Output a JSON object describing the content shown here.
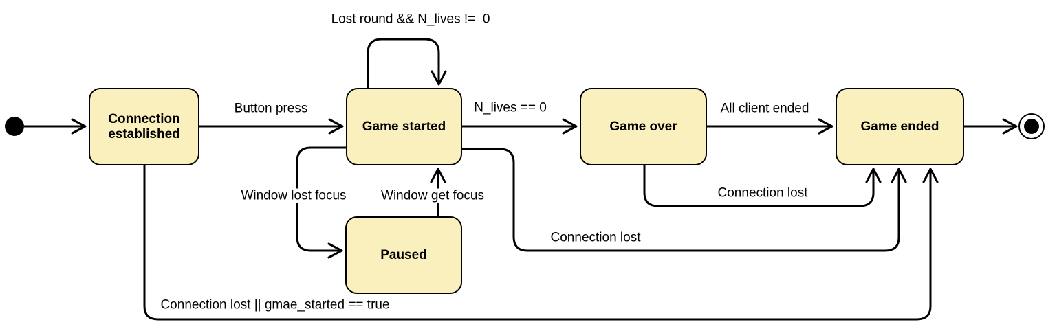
{
  "diagram_type": "uml-state-machine",
  "colors": {
    "state_fill": "#FAF0BE",
    "state_border": "#000000",
    "edge_color": "#000000",
    "label_color": "#000000",
    "background": "#FFFFFF"
  },
  "states": {
    "connection_established": {
      "label": "Connection established"
    },
    "game_started": {
      "label": "Game started"
    },
    "paused": {
      "label": "Paused"
    },
    "game_over": {
      "label": "Game over"
    },
    "game_ended": {
      "label": "Game ended"
    }
  },
  "transitions": {
    "lost_round_self_loop": {
      "label": "Lost round && N_lives !=  0",
      "from": "Game started",
      "to": "Game started"
    },
    "button_press": {
      "label": "Button press",
      "from": "Connection established",
      "to": "Game started"
    },
    "n_lives_zero": {
      "label": "N_lives == 0",
      "from": "Game started",
      "to": "Game over"
    },
    "all_client_ended": {
      "label": "All client ended",
      "from": "Game over",
      "to": "Game ended"
    },
    "window_lost_focus": {
      "label": "Window lost focus",
      "from": "Game started",
      "to": "Paused"
    },
    "window_get_focus": {
      "label": "Window get focus",
      "from": "Paused",
      "to": "Game started"
    },
    "connection_lost_from_game_over": {
      "label": "Connection lost",
      "from": "Game over",
      "to": "Game ended"
    },
    "connection_lost_from_game_started": {
      "label": "Connection lost",
      "from": "Game started",
      "to": "Game ended"
    },
    "connection_lost_or_game_started": {
      "label": "Connection lost || gmae_started == true",
      "from": "Connection established",
      "to": "Game ended"
    },
    "start": {
      "label": "",
      "from": "initial",
      "to": "Connection established"
    },
    "end": {
      "label": "",
      "from": "Game ended",
      "to": "final"
    }
  }
}
